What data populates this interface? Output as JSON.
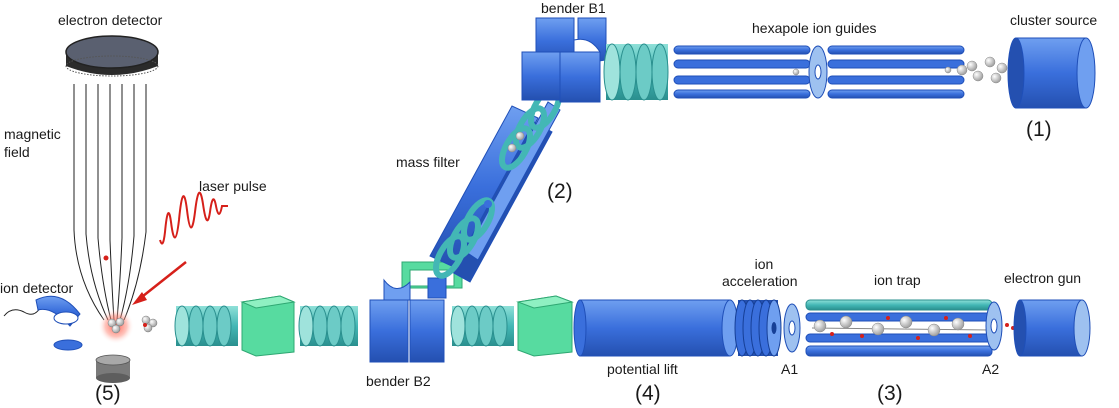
{
  "labels": {
    "electron_detector": "electron detector",
    "bender_b1": "bender B1",
    "hexapole_ion_guides": "hexapole ion guides",
    "cluster_source": "cluster source",
    "magnetic_field_line1": "magnetic",
    "magnetic_field_line2": "field",
    "mass_filter": "mass filter",
    "laser_pulse": "laser pulse",
    "ion_detector": "ion detector",
    "ion_acceleration_line1": "ion",
    "ion_acceleration_line2": "acceleration",
    "ion_trap": "ion trap",
    "electron_gun": "electron gun",
    "potential_lift": "potential lift",
    "bender_b2": "bender B2",
    "a1": "A1",
    "a2": "A2",
    "stage1": "(1)",
    "stage2": "(2)",
    "stage3": "(3)",
    "stage4": "(4)",
    "stage5": "(5)"
  },
  "colors": {
    "blue": "#3a6fdc",
    "blue_dark": "#1f4fb8",
    "blue_light": "#9ec1f0",
    "teal": "#43b7b5",
    "teal_light": "#9fe3dc",
    "green": "#57dba0",
    "green_dark": "#2fa873",
    "gray": "#8a8a8a",
    "red": "#d6201a"
  }
}
